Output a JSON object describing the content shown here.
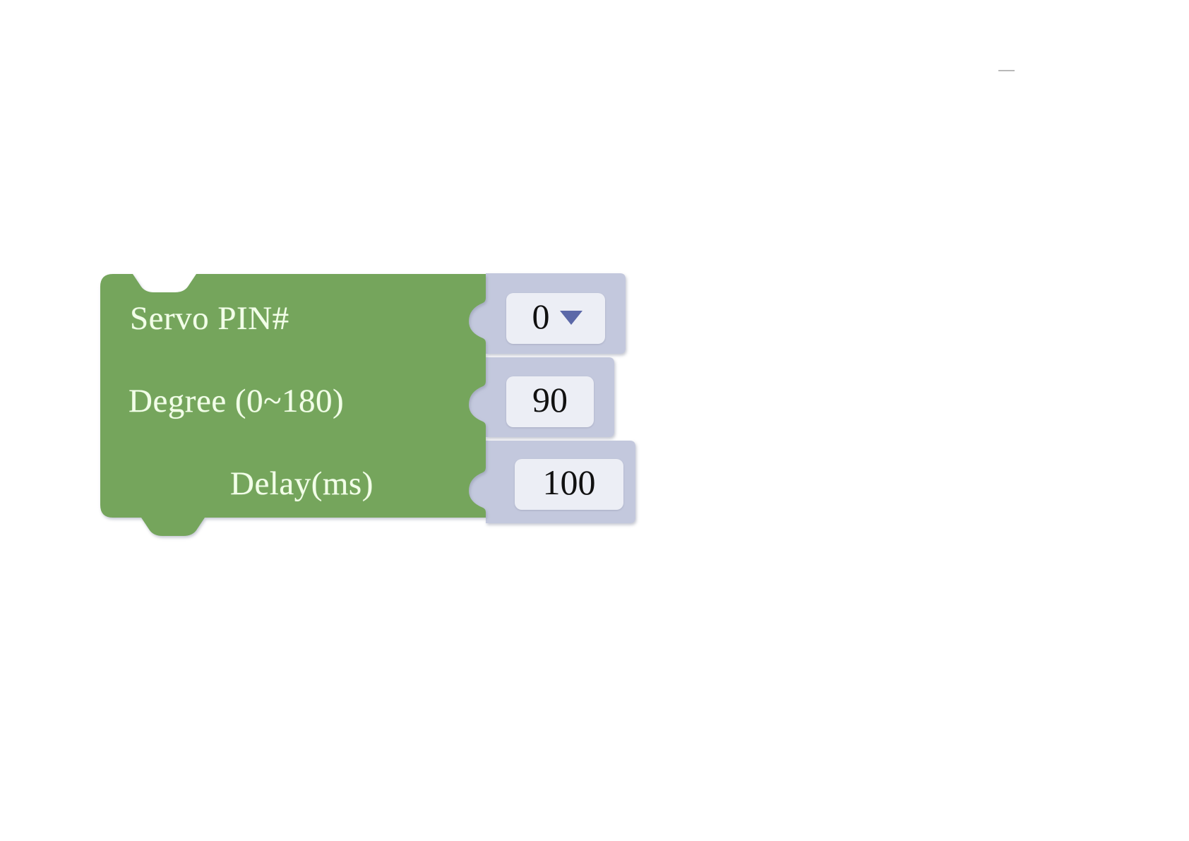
{
  "app": {
    "canvas_background": "#ffffff",
    "block_green": "#74a55c",
    "block_green_shadow": "#6b9a55",
    "value_block_lavender": "#c3c8dd",
    "field_background": "#eceef5",
    "label_text_color": "#f2ffe8",
    "caret_color": "#5b68a8"
  },
  "block": {
    "name": "servo-block",
    "type": "statement-block",
    "rows": [
      {
        "label": "Servo   PIN#",
        "field_kind": "dropdown",
        "value": "0",
        "icon": "chevron-down-icon"
      },
      {
        "label": "Degree (0~180)",
        "field_kind": "number",
        "value": "90"
      },
      {
        "label": "Delay(ms)",
        "field_kind": "number",
        "value": "100"
      }
    ]
  },
  "marks": {
    "stray_dash": "–"
  }
}
